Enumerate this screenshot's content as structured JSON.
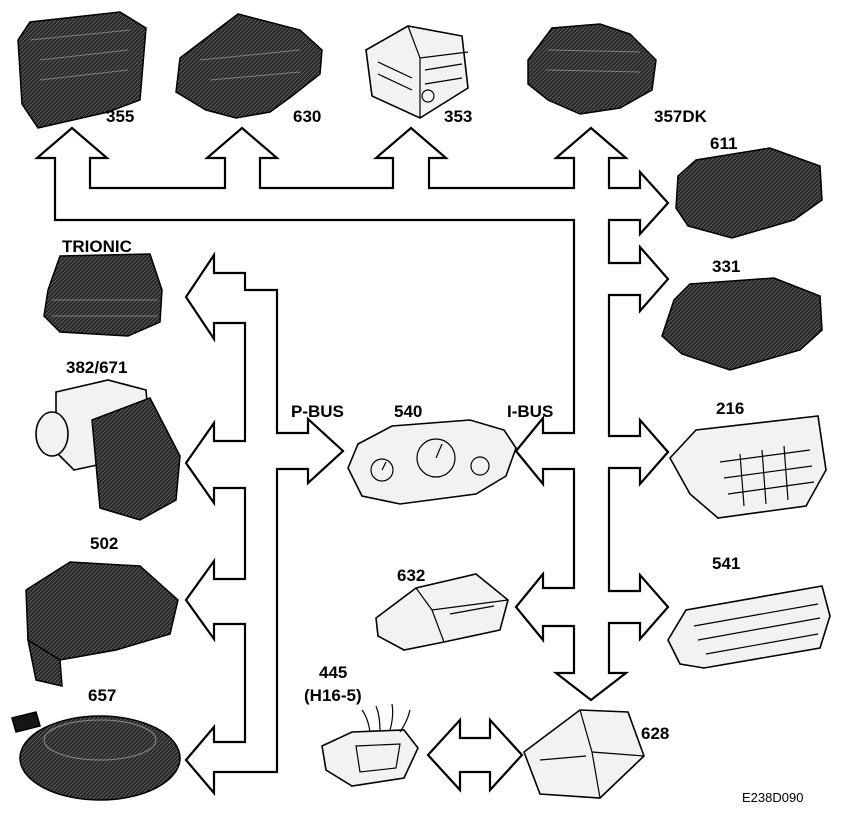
{
  "bus_labels": {
    "p_bus": "P-BUS",
    "i_bus": "I-BUS"
  },
  "modules": {
    "m355": "355",
    "m630": "630",
    "m353": "353",
    "m357dk": "357DK",
    "m611": "611",
    "m331": "331",
    "trionic": "TRIONIC",
    "m382_671": "382/671",
    "m540": "540",
    "m216": "216",
    "m502": "502",
    "m632": "632",
    "m541": "541",
    "m445": "445",
    "m445_sub": "(H16-5)",
    "m657": "657",
    "m628": "628"
  },
  "figure_code": "E238D090"
}
